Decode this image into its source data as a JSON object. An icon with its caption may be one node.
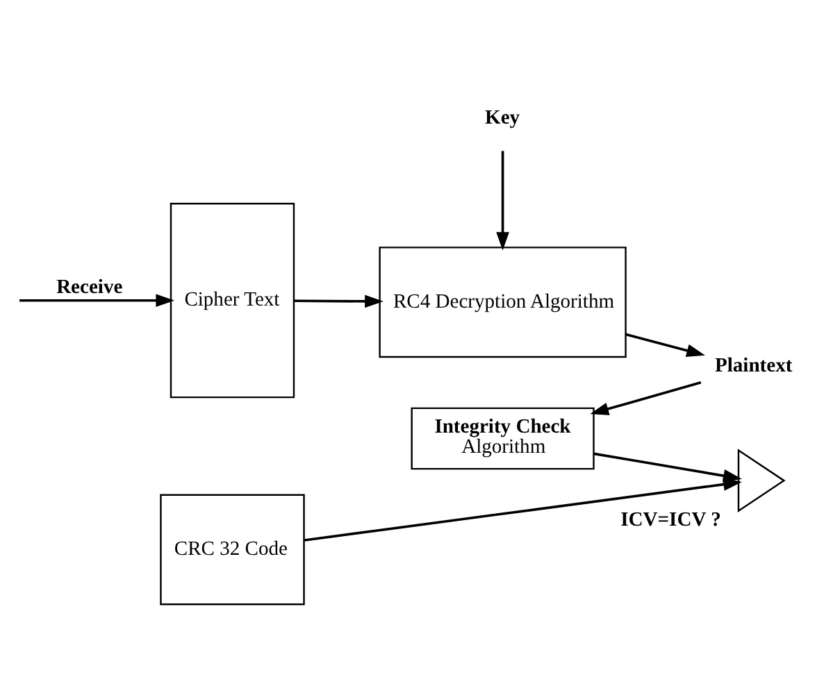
{
  "diagram": {
    "nodes": [
      {
        "text": [
          "Key"
        ]
      },
      {
        "text": [
          "Cipher Text"
        ]
      },
      {
        "text": [
          "CRC 32 Code"
        ]
      },
      {
        "text": [
          "RC4 Decryption Algorithm"
        ]
      },
      {
        "text": [
          "Plaintext"
        ]
      },
      {
        "text": [
          "Integrity Check",
          "Algorithm"
        ]
      },
      {
        "text": [],
        "shape": "triangle",
        "beside": [
          "ICV=ICV ?"
        ]
      }
    ],
    "edges": [
      {
        "from": null,
        "to": 1,
        "arrow": "to",
        "label": "Receive"
      },
      {
        "from": 0,
        "to": 3,
        "arrow": "to"
      },
      {
        "from": 1,
        "to": 3,
        "arrow": "to"
      },
      {
        "from": 3,
        "to": 4,
        "arrow": "to"
      },
      {
        "from": 4,
        "to": 5,
        "arrow": "to"
      },
      {
        "from": 5,
        "to": 6,
        "arrow": "to"
      },
      {
        "from": 2,
        "to": 6,
        "arrow": "to"
      }
    ]
  }
}
